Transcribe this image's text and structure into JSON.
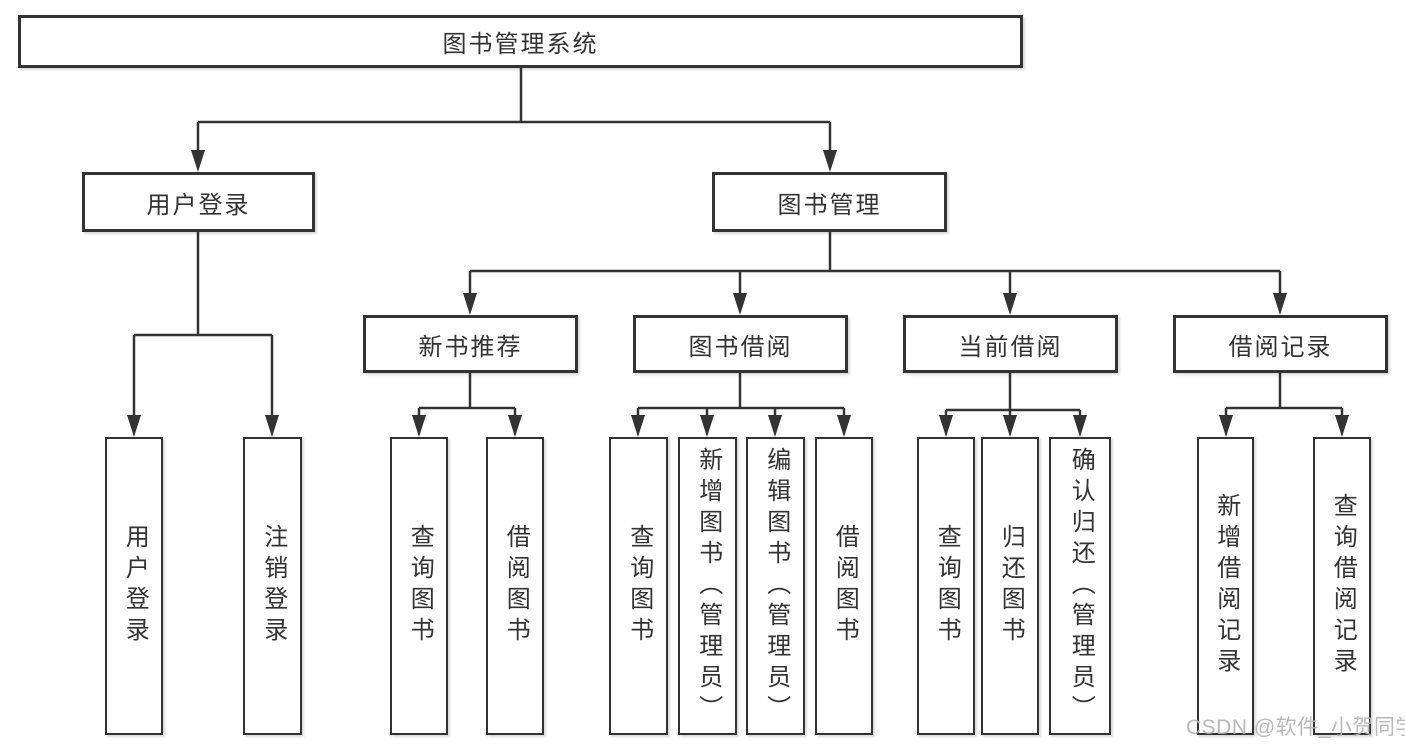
{
  "tree": {
    "root": "图书管理系统",
    "branches": [
      {
        "label": "用户登录",
        "children": [
          "用户登录",
          "注销登录"
        ]
      },
      {
        "label": "图书管理",
        "sections": [
          {
            "label": "新书推荐",
            "children": [
              "查询图书",
              "借阅图书"
            ]
          },
          {
            "label": "图书借阅",
            "children": [
              "查询图书",
              "新增图书（管理员）",
              "编辑图书（管理员）",
              "借阅图书"
            ]
          },
          {
            "label": "当前借阅",
            "children": [
              "查询图书",
              "归还图书",
              "确认归还（管理员）"
            ]
          },
          {
            "label": "借阅记录",
            "children": [
              "新增借阅记录",
              "查询借阅记录"
            ]
          }
        ]
      }
    ]
  },
  "watermark": "CSDN @软件_小贺同学",
  "colors": {
    "line": "#333333",
    "box_border": "#333333",
    "text": "#333333",
    "background": "#ffffff",
    "watermark": "#b3b3b3"
  }
}
